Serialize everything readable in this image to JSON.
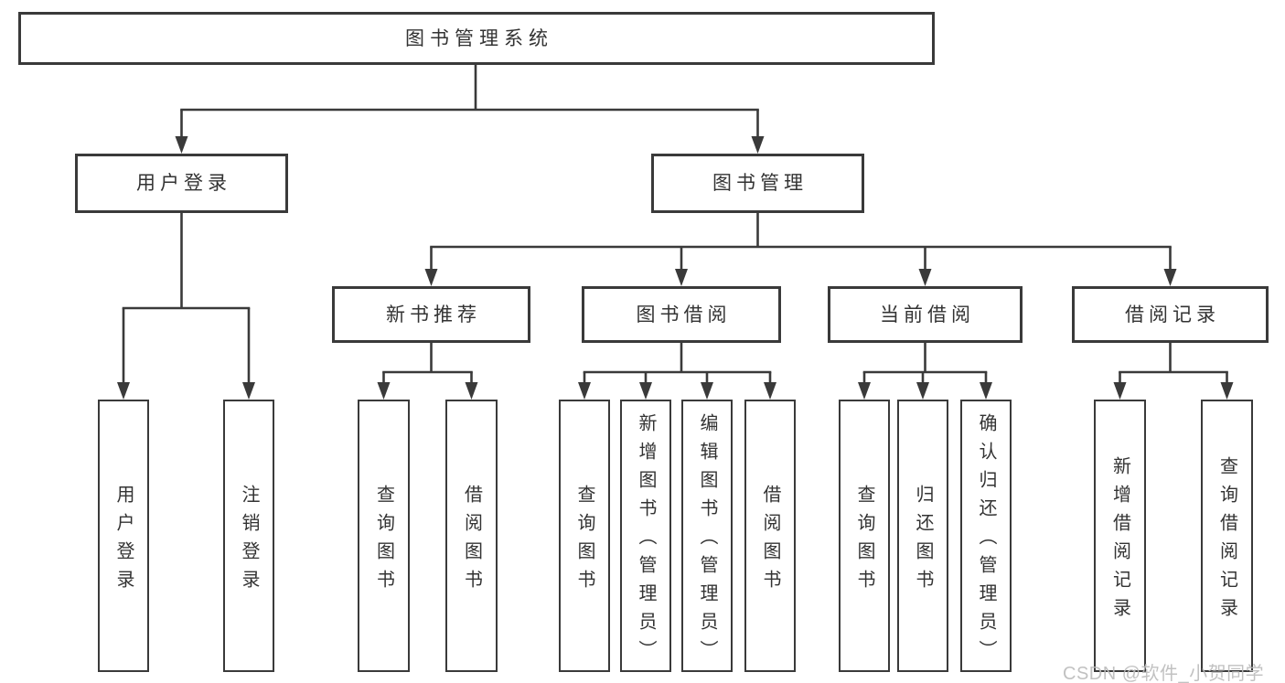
{
  "title": "图书管理系统",
  "level2": {
    "login": "用户登录",
    "management": "图书管理"
  },
  "level3": {
    "new_books": "新书推荐",
    "borrowing": "图书借阅",
    "current": "当前借阅",
    "records": "借阅记录"
  },
  "leaves": {
    "login": [
      "用户登录",
      "注销登录"
    ],
    "new_books": [
      "查询图书",
      "借阅图书"
    ],
    "borrowing": [
      "查询图书",
      "新增图书（管理员）",
      "编辑图书（管理员）",
      "借阅图书"
    ],
    "current": [
      "查询图书",
      "归还图书",
      "确认归还（管理员）"
    ],
    "records": [
      "新增借阅记录",
      "查询借阅记录"
    ]
  },
  "watermark": "CSDN @软件_小贺同学",
  "colors": {
    "line": "#3a3a3a",
    "text": "#333333",
    "watermark": "#bbbbbb",
    "background": "#ffffff"
  }
}
